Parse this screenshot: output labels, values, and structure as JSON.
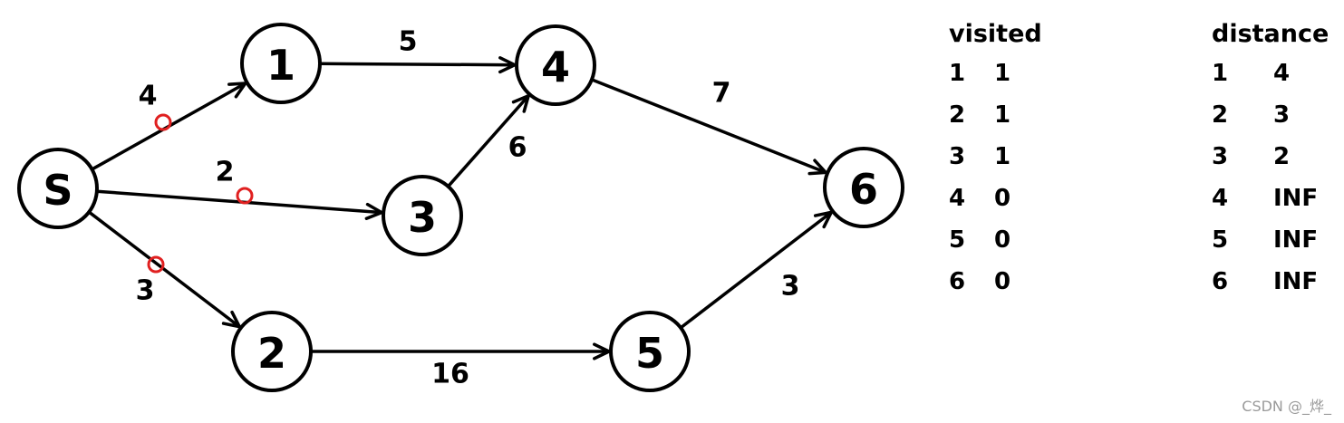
{
  "graph": {
    "nodes": [
      {
        "id": "S",
        "label": "S"
      },
      {
        "id": "1",
        "label": "1"
      },
      {
        "id": "2",
        "label": "2"
      },
      {
        "id": "3",
        "label": "3"
      },
      {
        "id": "4",
        "label": "4"
      },
      {
        "id": "5",
        "label": "5"
      },
      {
        "id": "6",
        "label": "6"
      }
    ],
    "edges": [
      {
        "from": "S",
        "to": "1",
        "weight": "4",
        "marked": true
      },
      {
        "from": "S",
        "to": "3",
        "weight": "2",
        "marked": true
      },
      {
        "from": "S",
        "to": "2",
        "weight": "3",
        "marked": true
      },
      {
        "from": "1",
        "to": "4",
        "weight": "5",
        "marked": false
      },
      {
        "from": "3",
        "to": "4",
        "weight": "6",
        "marked": false
      },
      {
        "from": "4",
        "to": "6",
        "weight": "7",
        "marked": false
      },
      {
        "from": "2",
        "to": "5",
        "weight": "16",
        "marked": false
      },
      {
        "from": "5",
        "to": "6",
        "weight": "3",
        "marked": false
      }
    ],
    "mark_color": "#e02020"
  },
  "visited": {
    "title": "visited",
    "rows": [
      {
        "key": "1",
        "value": "1"
      },
      {
        "key": "2",
        "value": "1"
      },
      {
        "key": "3",
        "value": "1"
      },
      {
        "key": "4",
        "value": "0"
      },
      {
        "key": "5",
        "value": "0"
      },
      {
        "key": "6",
        "value": "0"
      }
    ]
  },
  "distance": {
    "title": "distance",
    "rows": [
      {
        "key": "1",
        "value": "4"
      },
      {
        "key": "2",
        "value": "3"
      },
      {
        "key": "3",
        "value": "2"
      },
      {
        "key": "4",
        "value": "INF"
      },
      {
        "key": "5",
        "value": "INF"
      },
      {
        "key": "6",
        "value": "INF"
      }
    ]
  },
  "watermark": "CSDN @_烨_"
}
